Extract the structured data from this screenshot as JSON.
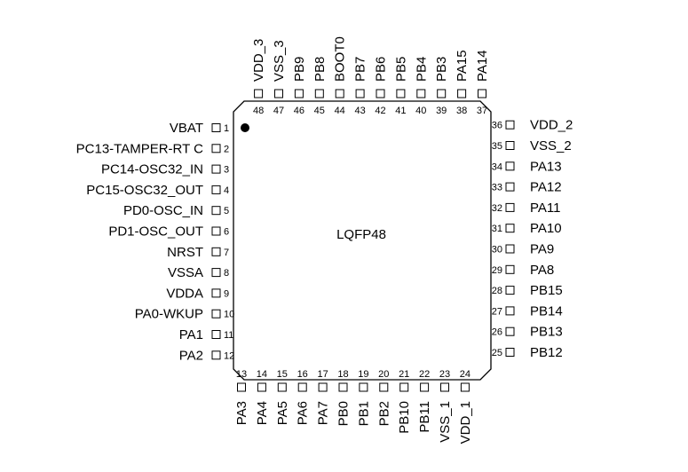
{
  "package": {
    "name": "LQFP48"
  },
  "pins": {
    "left": [
      {
        "n": "1",
        "name": "VBAT"
      },
      {
        "n": "2",
        "name": "PC13-TAMPER-RT C"
      },
      {
        "n": "3",
        "name": "PC14-OSC32_IN"
      },
      {
        "n": "4",
        "name": "PC15-OSC32_OUT"
      },
      {
        "n": "5",
        "name": "PD0-OSC_IN"
      },
      {
        "n": "6",
        "name": "PD1-OSC_OUT"
      },
      {
        "n": "7",
        "name": "NRST"
      },
      {
        "n": "8",
        "name": "VSSA"
      },
      {
        "n": "9",
        "name": "VDDA"
      },
      {
        "n": "10",
        "name": "PA0-WKUP"
      },
      {
        "n": "11",
        "name": "PA1"
      },
      {
        "n": "12",
        "name": "PA2"
      }
    ],
    "bottom": [
      {
        "n": "13",
        "name": "PA3"
      },
      {
        "n": "14",
        "name": "PA4"
      },
      {
        "n": "15",
        "name": "PA5"
      },
      {
        "n": "16",
        "name": "PA6"
      },
      {
        "n": "17",
        "name": "PA7"
      },
      {
        "n": "18",
        "name": "PB0"
      },
      {
        "n": "19",
        "name": "PB1"
      },
      {
        "n": "20",
        "name": "PB2"
      },
      {
        "n": "21",
        "name": "PB10"
      },
      {
        "n": "22",
        "name": "PB11"
      },
      {
        "n": "23",
        "name": "VSS_1"
      },
      {
        "n": "24",
        "name": "VDD_1"
      }
    ],
    "right": [
      {
        "n": "25",
        "name": "PB12"
      },
      {
        "n": "26",
        "name": "PB13"
      },
      {
        "n": "27",
        "name": "PB14"
      },
      {
        "n": "28",
        "name": "PB15"
      },
      {
        "n": "29",
        "name": "PA8"
      },
      {
        "n": "30",
        "name": "PA9"
      },
      {
        "n": "31",
        "name": "PA10"
      },
      {
        "n": "32",
        "name": "PA11"
      },
      {
        "n": "33",
        "name": "PA12"
      },
      {
        "n": "34",
        "name": "PA13"
      },
      {
        "n": "35",
        "name": "VSS_2"
      },
      {
        "n": "36",
        "name": "VDD_2"
      }
    ],
    "top": [
      {
        "n": "37",
        "name": "PA14"
      },
      {
        "n": "38",
        "name": "PA15"
      },
      {
        "n": "39",
        "name": "PB3"
      },
      {
        "n": "40",
        "name": "PB4"
      },
      {
        "n": "41",
        "name": "PB5"
      },
      {
        "n": "42",
        "name": "PB6"
      },
      {
        "n": "43",
        "name": "PB7"
      },
      {
        "n": "44",
        "name": "BOOT0"
      },
      {
        "n": "45",
        "name": "PB8"
      },
      {
        "n": "46",
        "name": "PB9"
      },
      {
        "n": "47",
        "name": "VSS_3"
      },
      {
        "n": "48",
        "name": "VDD_3"
      }
    ]
  }
}
